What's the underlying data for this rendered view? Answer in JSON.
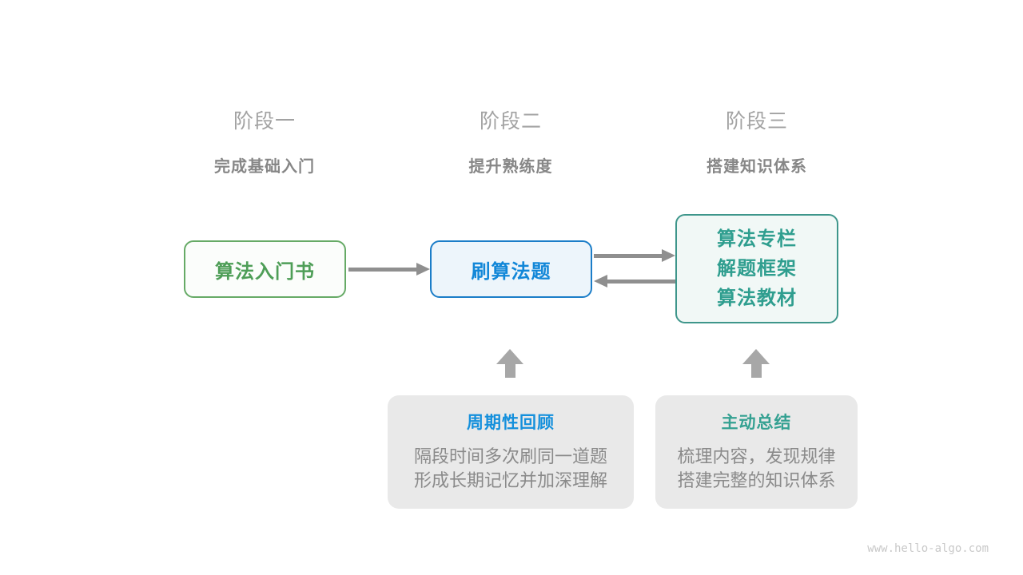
{
  "stages": [
    {
      "label": "阶段一",
      "subtitle": "完成基础入门"
    },
    {
      "label": "阶段二",
      "subtitle": "提升熟练度"
    },
    {
      "label": "阶段三",
      "subtitle": "搭建知识体系"
    }
  ],
  "nodes": {
    "intro_book": {
      "label": "算法入门书"
    },
    "practice": {
      "label": "刷算法题"
    },
    "resources": {
      "lines": [
        "算法专栏",
        "解题框架",
        "算法教材"
      ]
    }
  },
  "notes": [
    {
      "title": "周期性回顾",
      "lines": [
        "隔段时间多次刷同一道题",
        "形成长期记忆并加深理解"
      ]
    },
    {
      "title": "主动总结",
      "lines": [
        "梳理内容，发现规律",
        "搭建完整的知识体系"
      ]
    }
  ],
  "watermark": "www.hello-algo.com",
  "colors": {
    "stage_label": "#A2A2A2",
    "stage_subtitle": "#878787",
    "green_node_border": "#66AA66",
    "green_node_text": "#4E9E57",
    "blue_node_border": "#1B7DC8",
    "blue_node_text": "#1287D8",
    "teal_node_border": "#3E968B",
    "teal_node_text": "#2F9E8F",
    "arrow_gray": "#8F8F8F",
    "block_arrow_gray": "#A7A7A7",
    "note_background": "#E9E9E9",
    "note_title_blue": "#1590DC",
    "note_title_teal": "#35A192",
    "note_body_text": "#8A8A8A",
    "watermark_text": "#C9C9C9"
  }
}
